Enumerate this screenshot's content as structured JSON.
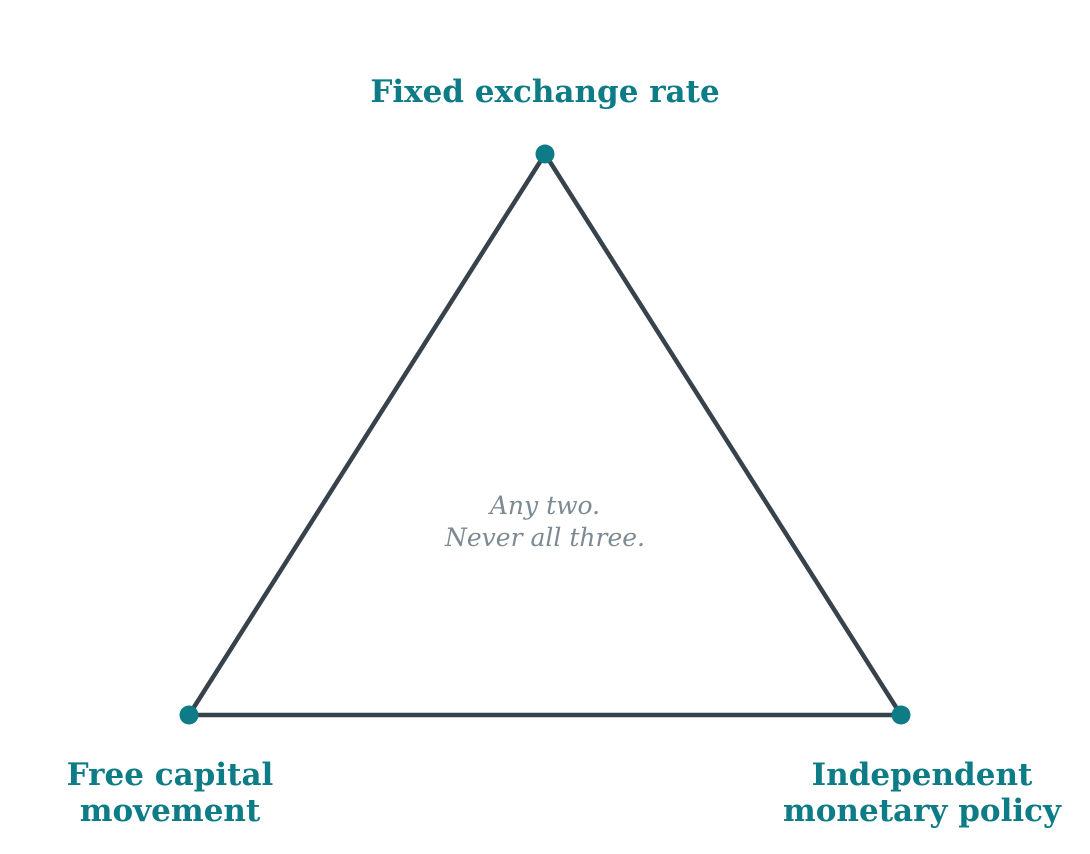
{
  "colors": {
    "accent": "#0e7c86",
    "edge": "#37424d",
    "note": "#7d8a94",
    "background": "#ffffff"
  },
  "vertices": {
    "top": {
      "lines": [
        "Fixed exchange rate"
      ]
    },
    "left": {
      "lines": [
        "Free capital",
        "movement"
      ]
    },
    "right": {
      "lines": [
        "Independent",
        "monetary policy"
      ]
    }
  },
  "center_note": {
    "lines": [
      "Any two.",
      "Never all three."
    ]
  }
}
